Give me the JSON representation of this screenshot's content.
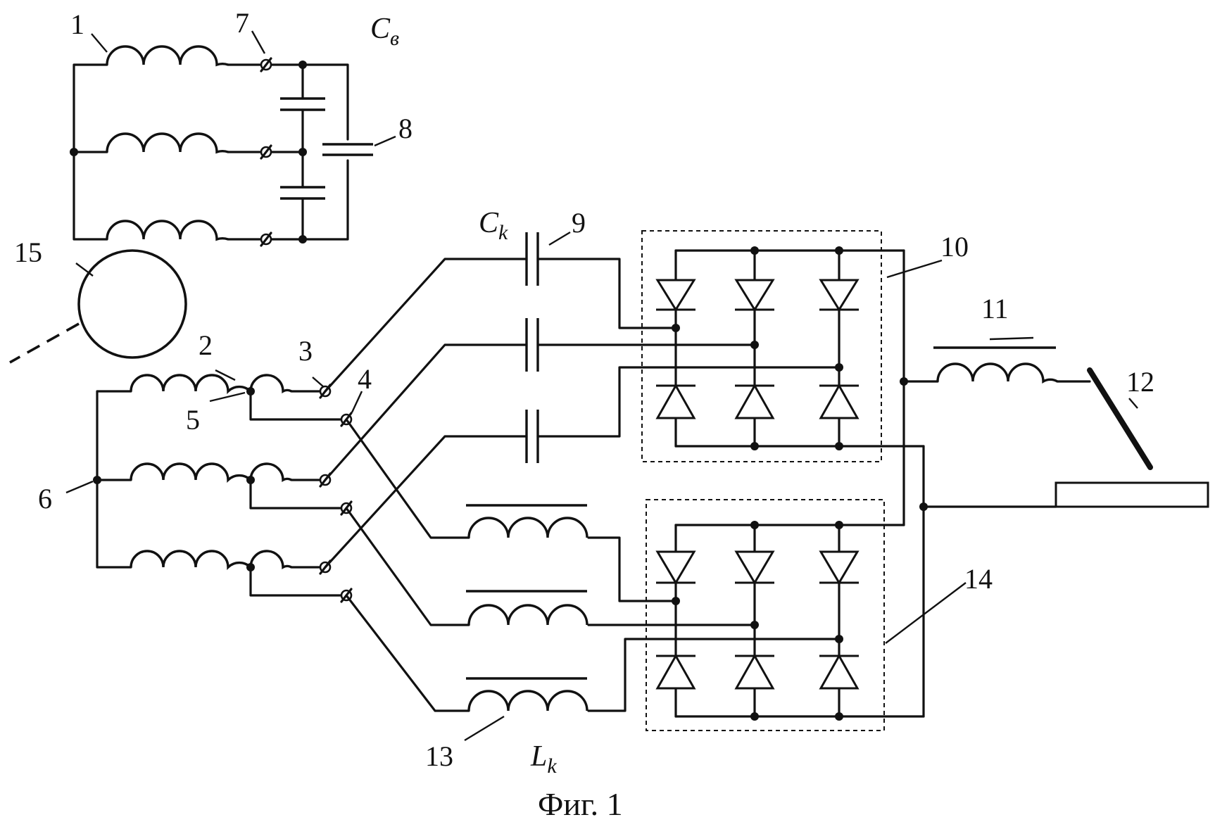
{
  "labels": {
    "n1": "1",
    "n2": "2",
    "n3": "3",
    "n4": "4",
    "n5": "5",
    "n6": "6",
    "n7": "7",
    "n8": "8",
    "n9": "9",
    "n10": "10",
    "n11": "11",
    "n12": "12",
    "n13": "13",
    "n14": "14",
    "n15": "15"
  },
  "symbols": {
    "cv_main": "C",
    "cv_sub": "в",
    "ck_main": "C",
    "ck_sub": "k",
    "lk_main": "L",
    "lk_sub": "k"
  },
  "caption": "Фиг. 1"
}
